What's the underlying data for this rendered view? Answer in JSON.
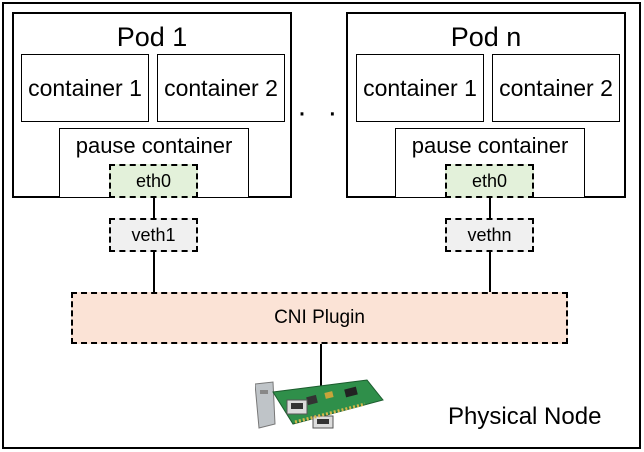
{
  "diagram": {
    "pods": [
      {
        "title": "Pod 1",
        "containers": [
          "container 1",
          "container 2"
        ],
        "pause": "pause container",
        "eth": "eth0",
        "veth": "veth1"
      },
      {
        "title": "Pod n",
        "containers": [
          "container 1",
          "container 2"
        ],
        "pause": "pause container",
        "eth": "eth0",
        "veth": "vethn"
      }
    ],
    "ellipsis": "· · ·",
    "cni": "CNI Plugin",
    "node_label": "Physical Node",
    "nic_icon": "network-card-icon"
  }
}
